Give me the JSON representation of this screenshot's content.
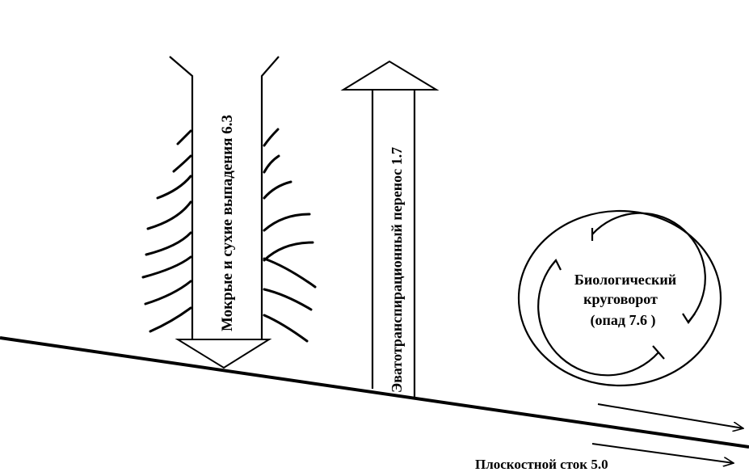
{
  "labels": {
    "deposition": "Мокрые и сухие выпадения  6.3",
    "evapotranspiration": "Эватотранспирационный перенос 1.7",
    "bio_line1": "Биологический",
    "bio_line2": "круговорот",
    "bio_line3": "(опад 7.6 )",
    "runoff": "Плоскостной сток 5.0"
  },
  "colors": {
    "stroke": "#000000",
    "background": "#ffffff"
  }
}
